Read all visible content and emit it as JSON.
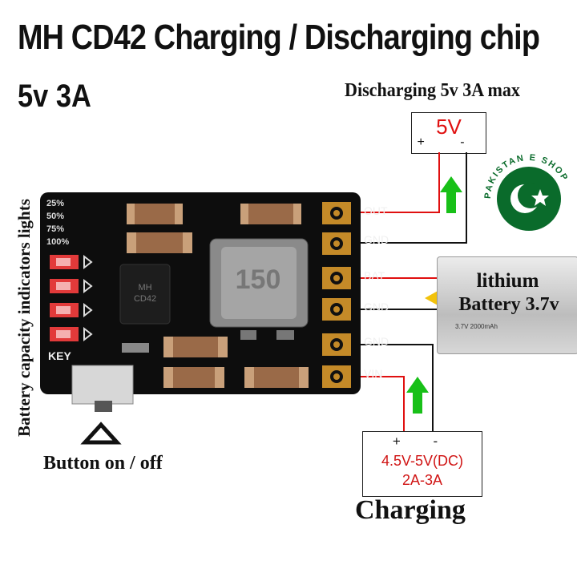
{
  "title": "MH CD42 Charging / Discharging chip",
  "subtitle": "5v 3A",
  "discharge_label": "Discharging 5v 3A max",
  "output_box": {
    "voltage": "5V",
    "polarity": "+   -"
  },
  "input_box": {
    "polarity": "+   -",
    "voltage": "4.5V-5V(DC)",
    "current": "2A-3A"
  },
  "charging_label": "Charging",
  "side_label": "Battery capacity indicators lights",
  "button_label": "Button on / off",
  "board": {
    "pins": [
      "OUT",
      "GND",
      "BAT",
      "GND",
      "GND",
      "VIN"
    ],
    "chip_text": [
      "MH",
      "CD42"
    ],
    "key_label": "KEY",
    "inductor_text": "150",
    "indicators": [
      "25%",
      "50%",
      "75%",
      "100%"
    ]
  },
  "battery": {
    "line1": "lithium",
    "line2": "Battery 3.7v",
    "fine": "3.7V  2000mAh"
  },
  "logo": {
    "text": "PAKISTAN E SHOP"
  },
  "colors": {
    "board": "#0d0d0d",
    "pad": "#c48a28",
    "wire_red": "#e01010",
    "wire_black": "#111111",
    "arrow": "#18c018",
    "led": "#e23a3a"
  }
}
